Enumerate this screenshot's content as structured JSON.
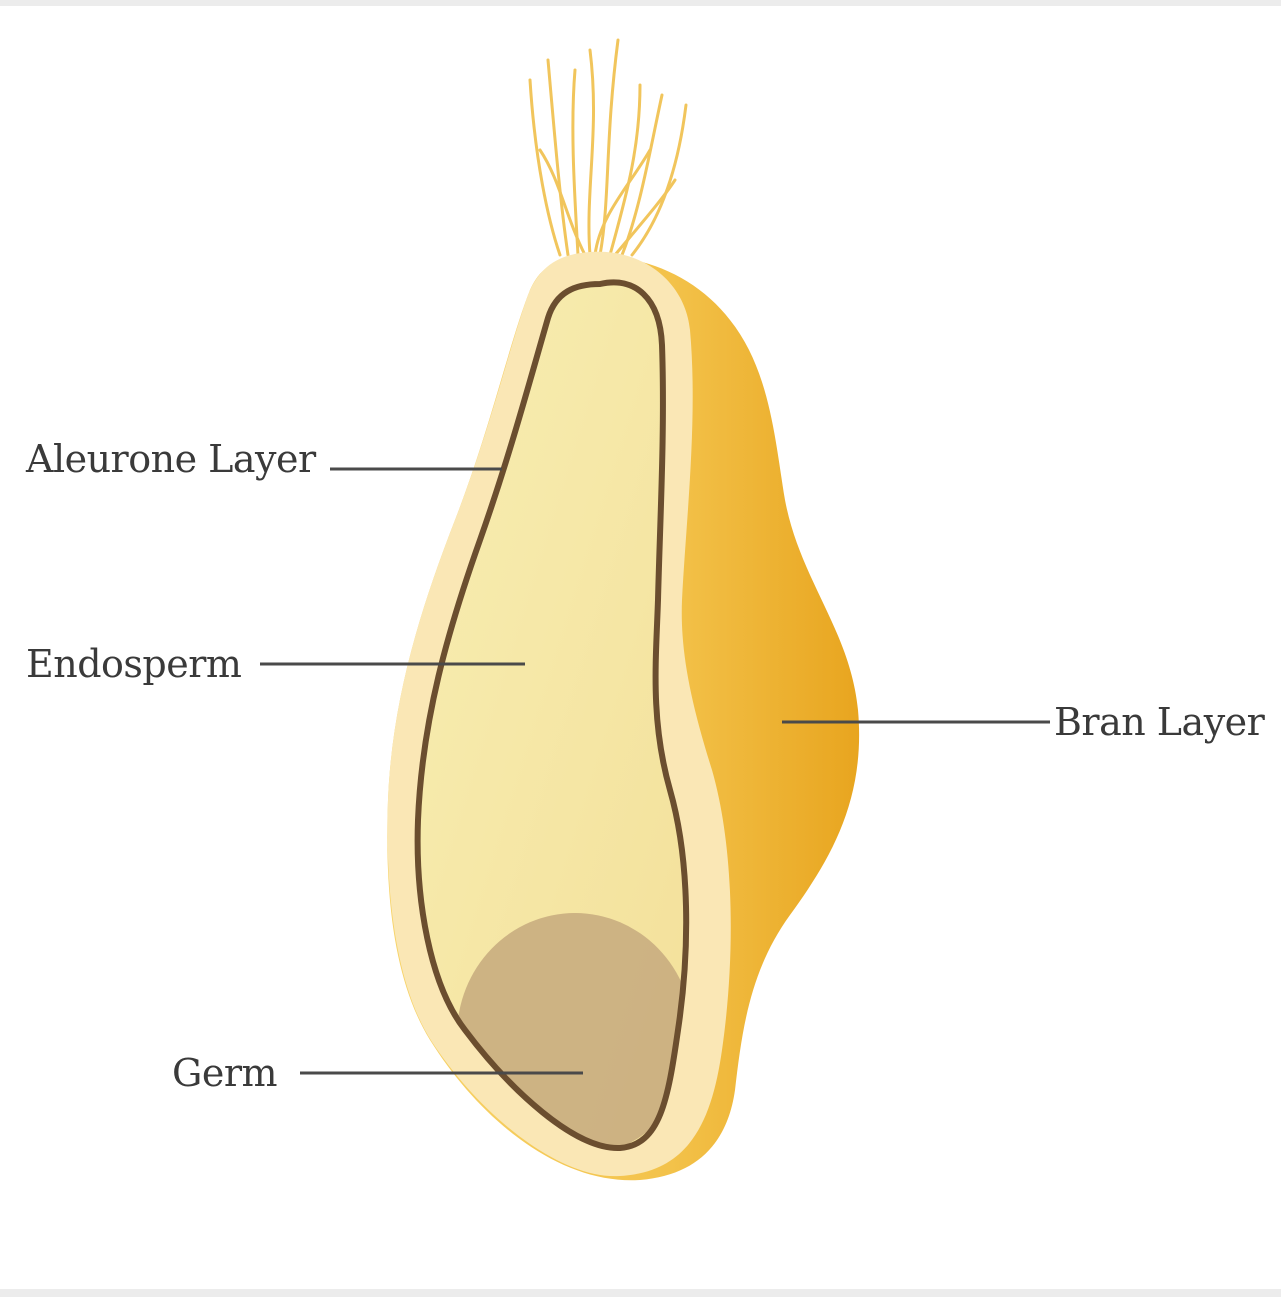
{
  "labels": {
    "aleurone": "Aleurone Layer",
    "endosperm": "Endosperm",
    "bran": "Bran Layer",
    "germ": "Germ"
  },
  "colors": {
    "bran": "#f3c24a",
    "bran_dark": "#e9a923",
    "seed_coat": "#fae7b5",
    "endosperm": "#f6e7a3",
    "aleurone_outline": "#6b4e2f",
    "germ": "#c9ad80",
    "hairs": "#f1c55c"
  }
}
